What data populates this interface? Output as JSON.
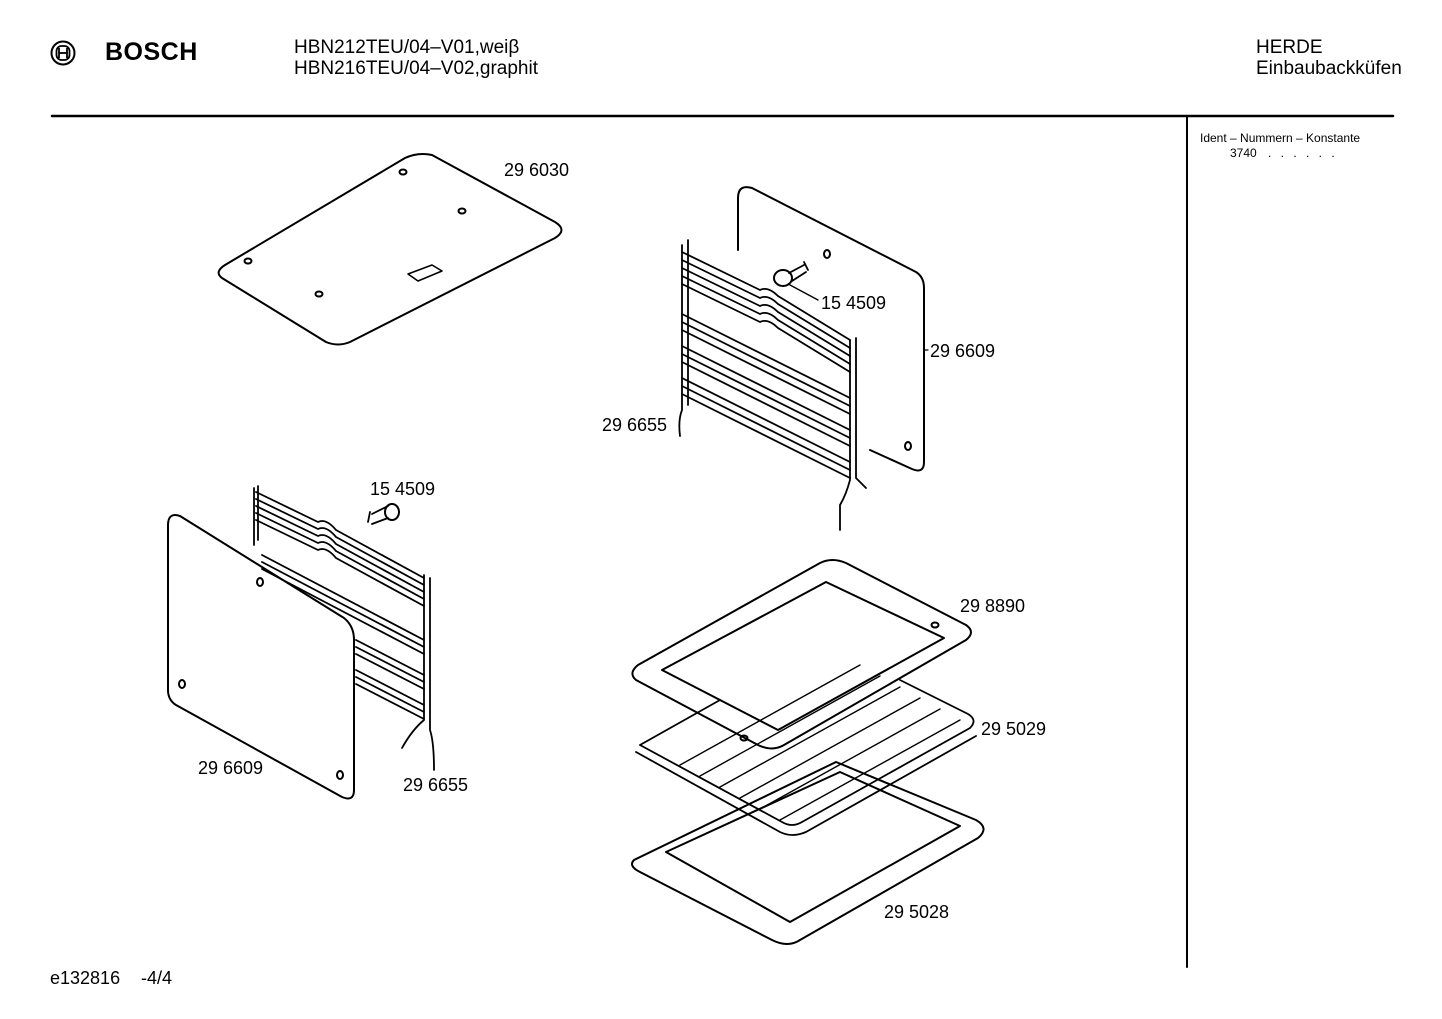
{
  "header": {
    "brand": "BOSCH",
    "model_lines": [
      "HBN212TEU/04–V01,weiβ",
      "HBN216TEU/04–V02,graphit"
    ],
    "category": "HERDE",
    "subcategory": "Einbaubackküfen"
  },
  "sidebar": {
    "title": "Ident – Nummern – Konstante",
    "value": "3740",
    "dots": ". .  . . . ."
  },
  "parts": {
    "top_plate": "29 6030",
    "screw_right": "15 4509",
    "side_panel_right": "29 6609",
    "rack_right": "29 6655",
    "screw_left": "15 4509",
    "side_panel_left": "29 6609",
    "rack_left": "29 6655",
    "baking_tray": "29 8890",
    "grill_rack": "29 5029",
    "deep_tray": "29 5028"
  },
  "footer": {
    "doc_id": "e132816",
    "page": "-4/4"
  },
  "icons": {
    "logo": "bosch-armature-icon"
  }
}
